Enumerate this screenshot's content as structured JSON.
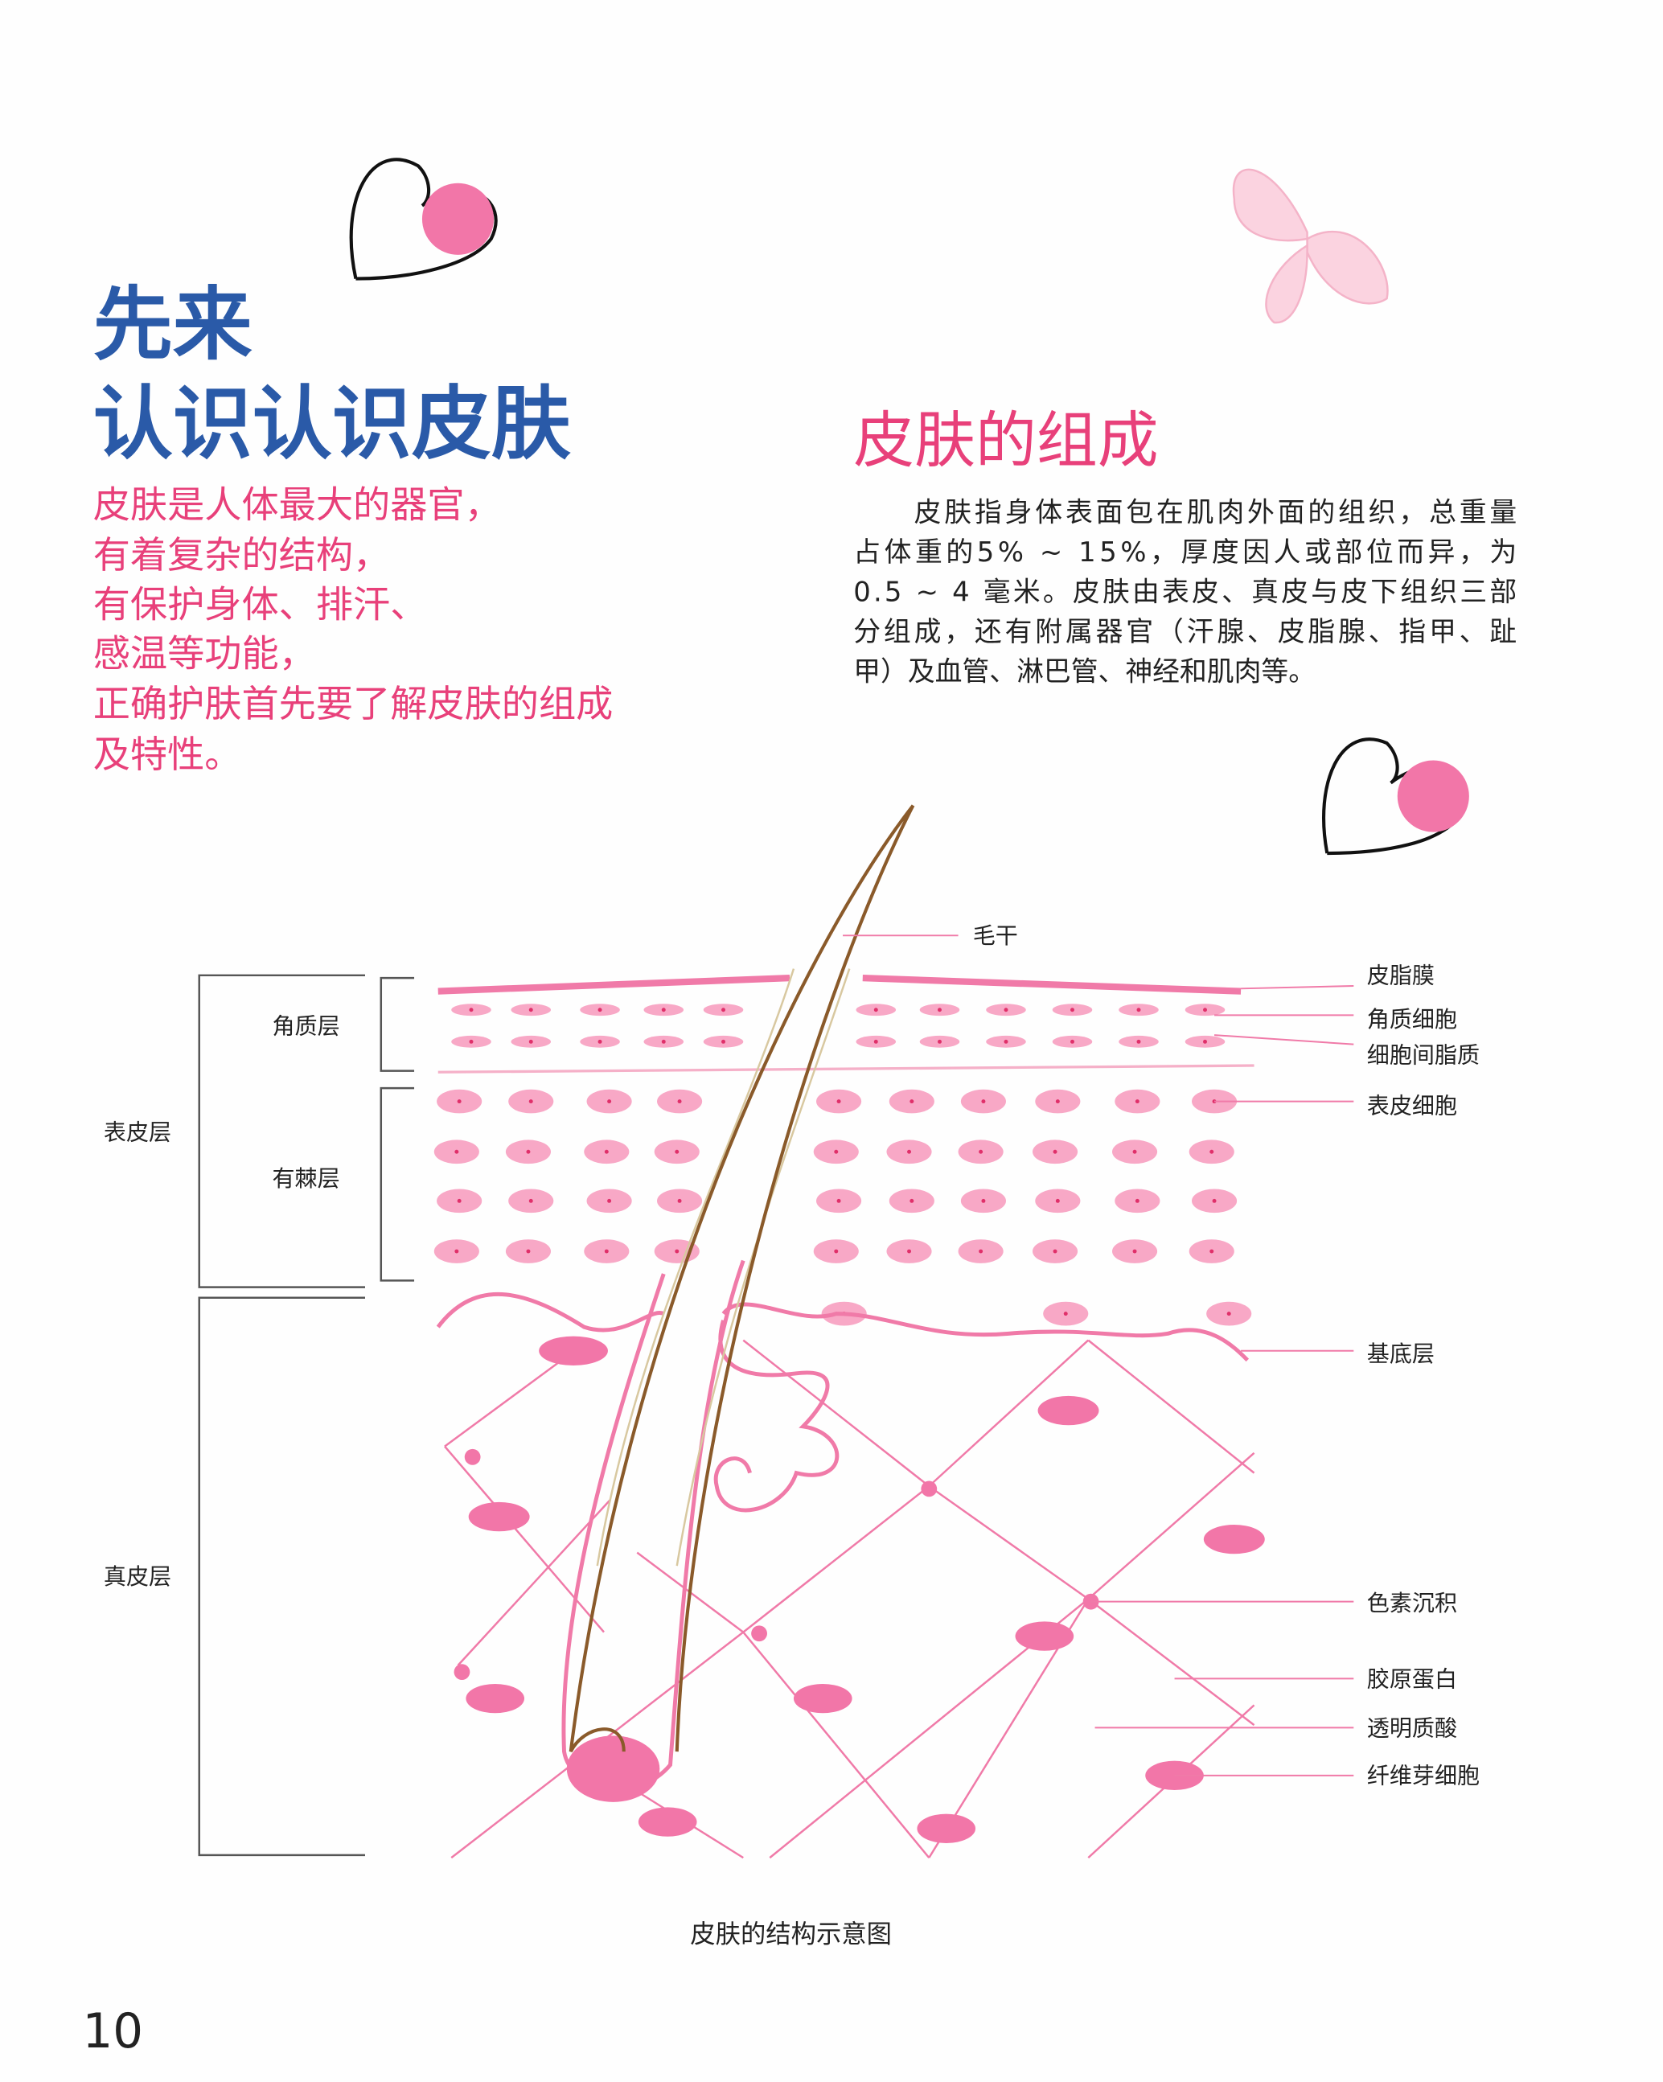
{
  "intro": {
    "title_line1": "先来",
    "title_line2": "认识认识皮肤",
    "lines": [
      "皮肤是人体最大的器官，",
      "有着复杂的结构，",
      "有保护身体、排汗、",
      "感温等功能，",
      "正确护肤首先要了解皮肤的组成",
      "及特性。"
    ]
  },
  "section": {
    "heading": "皮肤的组成",
    "paragraph_lines": [
      "　　皮肤指身体表面包在肌肉外面的组织，总重量",
      "占体重的5%  ~  15%，厚度因人或部位而异，为",
      "0.5  ~  4 毫米。皮肤由表皮、真皮与皮下组织三部",
      "分组成，还有附属器官（汗腺、皮脂腺、指甲、趾",
      "甲）及血管、淋巴管、神经和肌肉等。"
    ]
  },
  "diagram": {
    "left_labels": {
      "stratum_corneum": "角质层",
      "spinous_layer": "有棘层",
      "epidermis": "表皮层",
      "dermis": "真皮层"
    },
    "right_labels": {
      "hair_shaft": "毛干",
      "sebum_film": "皮脂膜",
      "keratinocyte": "角质细胞",
      "intercellular_lipid": "细胞间脂质",
      "epidermal_cell": "表皮细胞",
      "basal_layer": "基底层",
      "pigmentation": "色素沉积",
      "collagen": "胶原蛋白",
      "hyaluronic_acid": "透明质酸",
      "fibroblast": "纤维芽细胞"
    },
    "caption": "皮肤的结构示意图"
  },
  "page_number": "10",
  "colors": {
    "title_blue": "#2a5aa8",
    "pink": "#e8407a",
    "cell_pink": "#f5a0c0",
    "hair": "#8a5a2a"
  }
}
